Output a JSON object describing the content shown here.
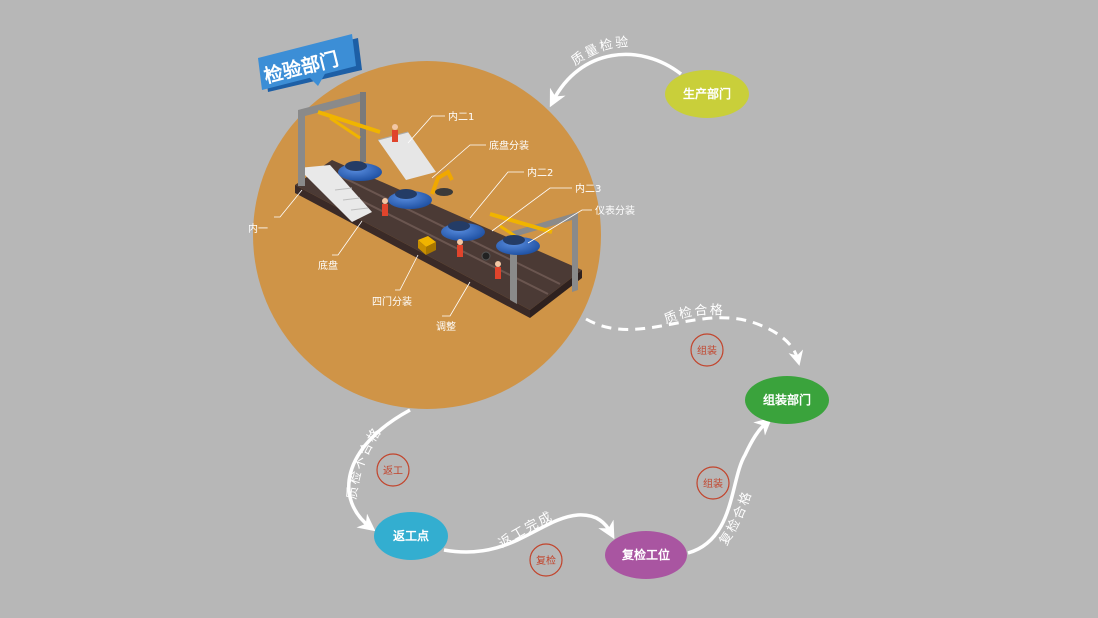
{
  "badge": {
    "title": "检验部门",
    "color": "#3c8ed6"
  },
  "circle": {
    "color": "#cf9447"
  },
  "callouts": {
    "nei_er_1": "内二1",
    "dipan_fenzhuang": "底盘分装",
    "nei_er_2": "内二2",
    "nei_er_3": "内二3",
    "yibiao_fenzhuang": "仪表分装",
    "nei_yi": "内一",
    "dipan": "底盘",
    "simen_fenzhuang": "四门分装",
    "tiaozheng": "调整"
  },
  "nodes": {
    "production": {
      "label": "生产部门",
      "color": "#c9cf3a"
    },
    "assembly": {
      "label": "组装部门",
      "color": "#3aa33c"
    },
    "rework_point": {
      "label": "返工点",
      "color": "#33aed0"
    },
    "recheck_station": {
      "label": "复检工位",
      "color": "#a955a1"
    }
  },
  "flows": {
    "quality_check": "质量检验",
    "check_pass": "质检合格",
    "check_fail": "质检不合格",
    "rework_done": "返工完成",
    "recheck_pass": "复检合格"
  },
  "stamps": {
    "assemble_1": "组装",
    "rework": "返工",
    "recheck": "复检",
    "assemble_2": "组装"
  }
}
